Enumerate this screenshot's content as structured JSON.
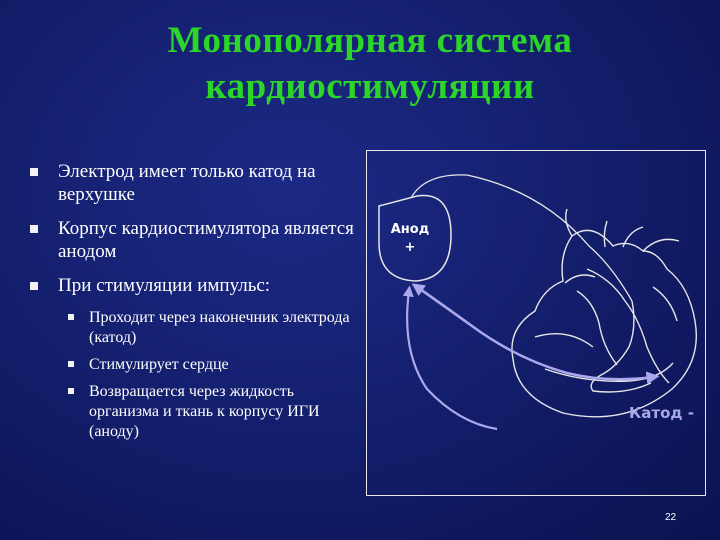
{
  "slide": {
    "title_line1": "Монополярная система",
    "title_line2": "кардиостимуляции",
    "bullets": [
      {
        "text": "Электрод имеет только катод на верхушке"
      },
      {
        "text": "Корпус кардиостимулятора является анодом"
      },
      {
        "text": "При стимуляции импульс:"
      }
    ],
    "sub_bullets": [
      {
        "text": "Проходит через наконечник электрода (катод)"
      },
      {
        "text": "Стимулирует сердце"
      },
      {
        "text": "Возвращается через жидкость организма и ткань к корпусу ИГИ (аноду)"
      }
    ],
    "diagram": {
      "anode_label": "Анод",
      "anode_sign": "+",
      "cathode_label": "Катод -"
    },
    "page_number": "22"
  },
  "colors": {
    "title": "#2bd629",
    "text": "#ffffff",
    "arrow": "#aba8ec",
    "background": "#141f6e"
  }
}
